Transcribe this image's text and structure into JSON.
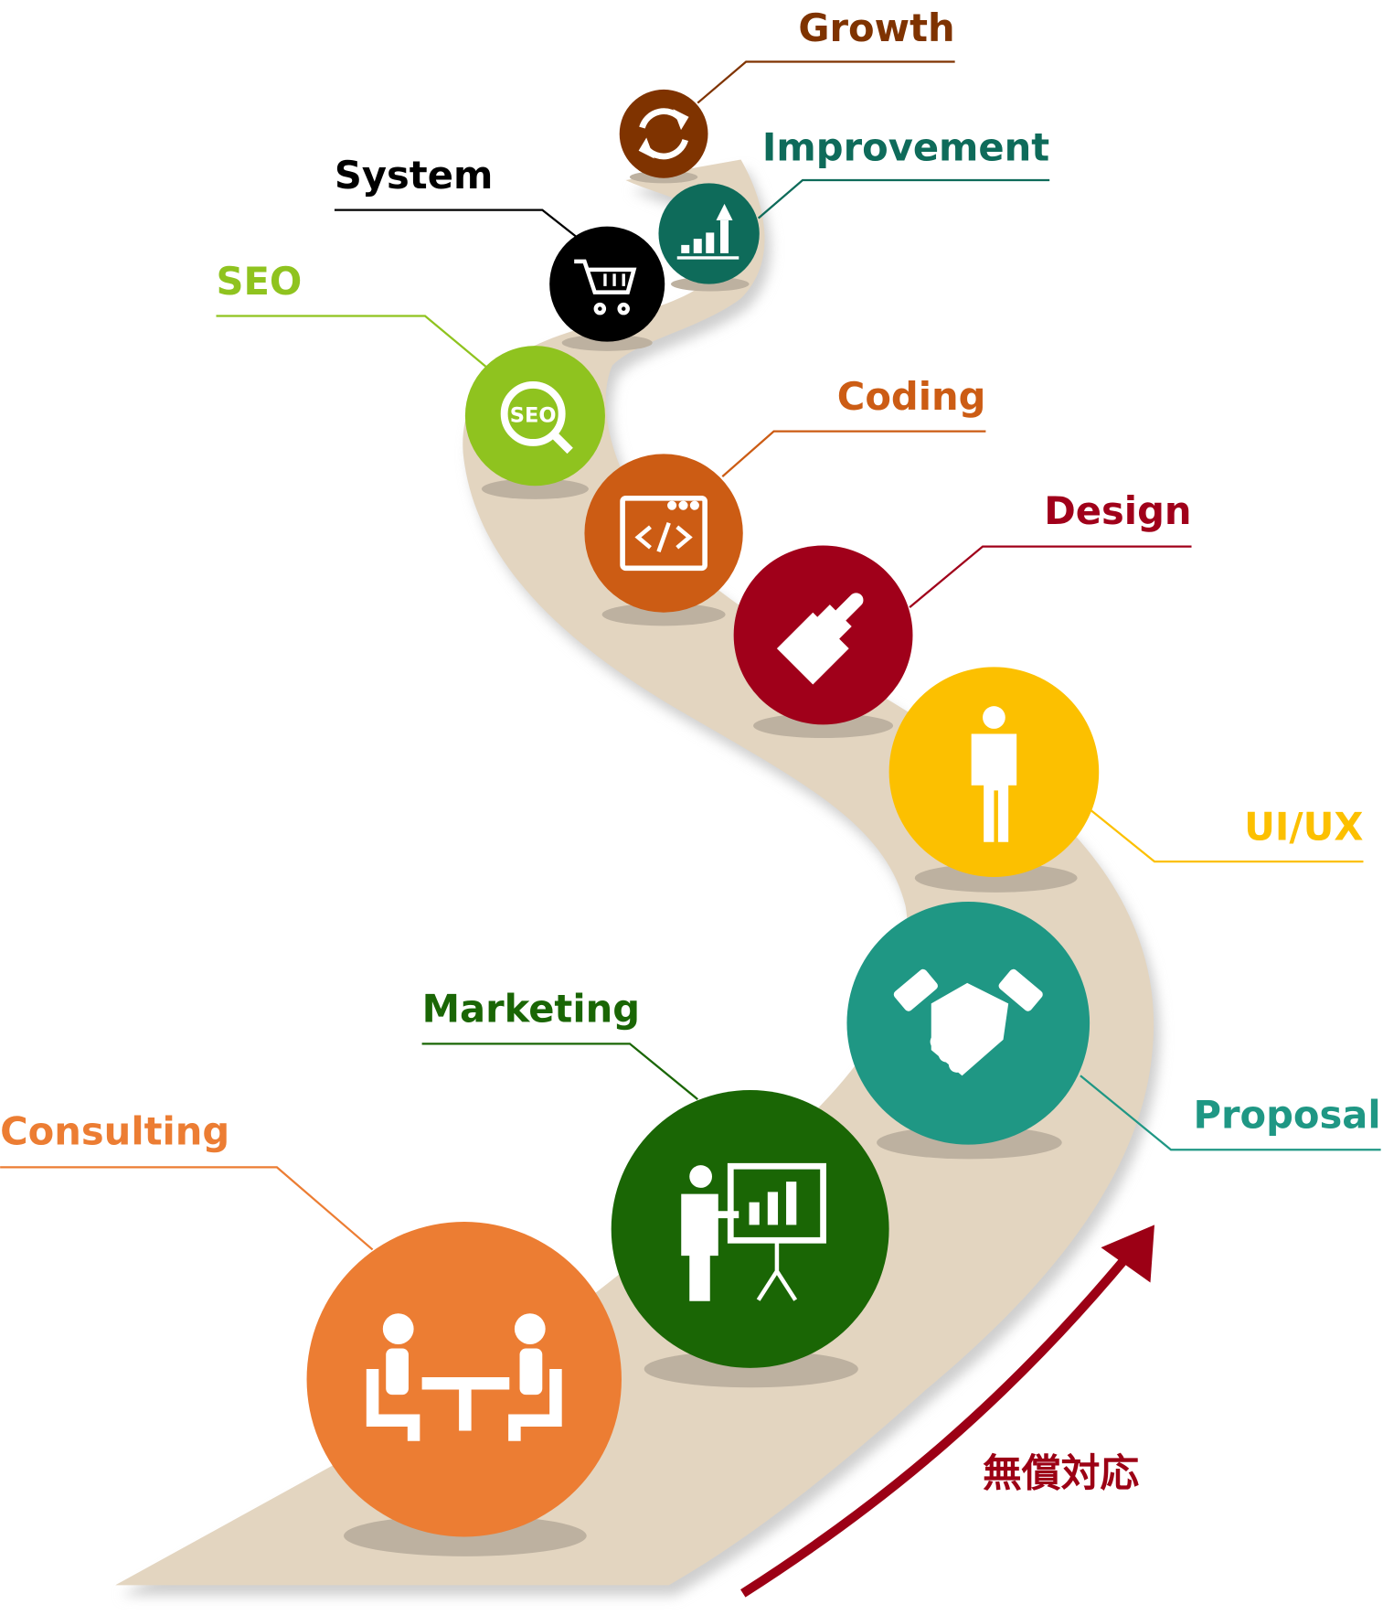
{
  "steps": [
    {
      "label": "Consulting",
      "color": "#ec7d33",
      "icon": "meeting-table-icon"
    },
    {
      "label": "Marketing",
      "color": "#1a6605",
      "icon": "presentation-board-icon"
    },
    {
      "label": "Proposal",
      "color": "#1f9784",
      "icon": "handshake-icon"
    },
    {
      "label": "UI/UX",
      "color": "#fcc000",
      "icon": "person-icon"
    },
    {
      "label": "Design",
      "color": "#a0001a",
      "icon": "paint-brush-icon"
    },
    {
      "label": "Coding",
      "color": "#cc5c14",
      "icon": "code-window-icon"
    },
    {
      "label": "SEO",
      "color": "#8fc31f",
      "icon": "seo-magnifier-icon",
      "icon_text": "SEO"
    },
    {
      "label": "System",
      "color": "#000000",
      "icon": "shopping-cart-icon"
    },
    {
      "label": "Improvement",
      "color": "#0e6b5a",
      "icon": "bar-chart-up-icon"
    },
    {
      "label": "Growth",
      "color": "#7f3300",
      "icon": "refresh-cycle-icon"
    }
  ],
  "arrow": {
    "label": "無償対応",
    "color": "#9c0015"
  },
  "road_color": "#e3d5c0"
}
